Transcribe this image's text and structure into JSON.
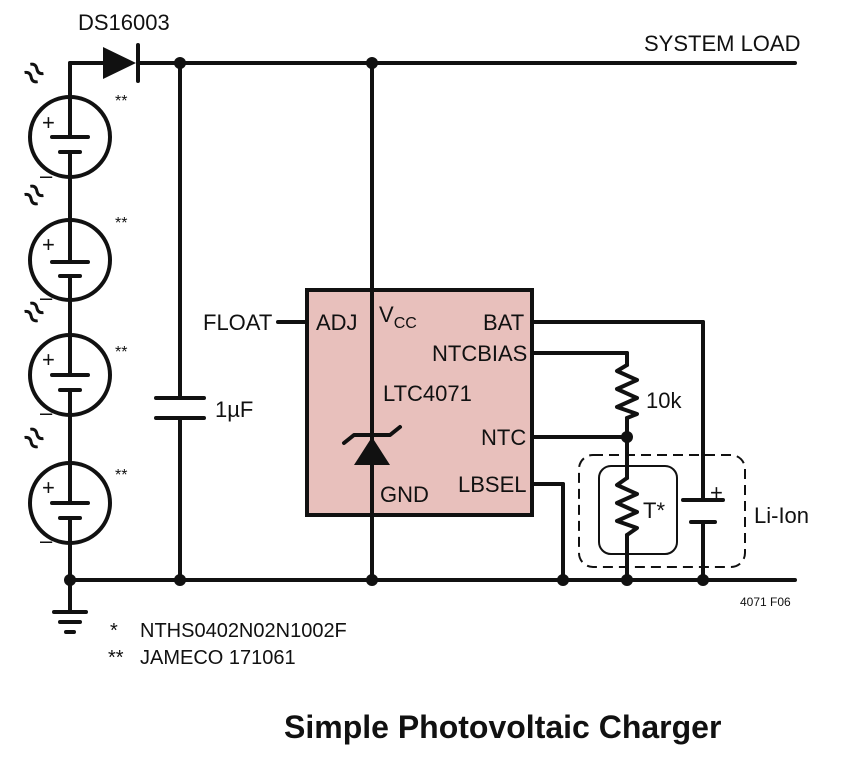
{
  "diagram": {
    "title": "Simple Photovoltaic Charger",
    "figure_id": "4071 F06",
    "diode_label": "DS16003",
    "system_load_label": "SYSTEM LOAD",
    "capacitor_label": "1µF",
    "resistor_label": "10k",
    "thermistor_label": "T*",
    "battery_label": "Li-Ion",
    "float_label": "FLOAT",
    "cell_mark": "**",
    "plus_sign": "+",
    "minus_sign": "–",
    "chip": {
      "name": "LTC4071",
      "fill_color": "#e8c0bc",
      "pins": {
        "adj": "ADJ",
        "vcc_main": "V",
        "vcc_sub": "CC",
        "bat": "BAT",
        "ntcbias": "NTCBIAS",
        "ntc": "NTC",
        "lbsel": "LBSEL",
        "gnd": "GND"
      }
    },
    "footnotes": [
      {
        "mark": "*",
        "text": "NTHS0402N02N1002F"
      },
      {
        "mark": "**",
        "text": "JAMECO 171061"
      }
    ]
  }
}
